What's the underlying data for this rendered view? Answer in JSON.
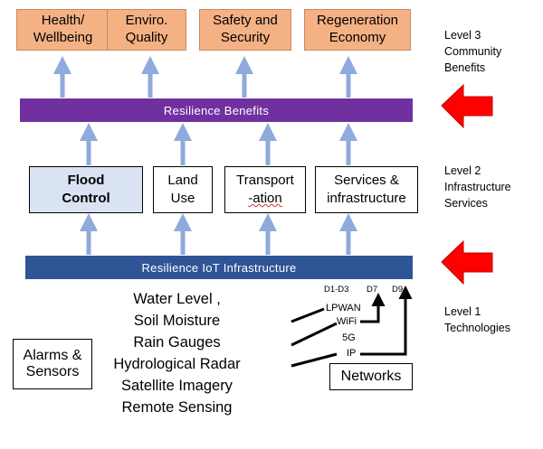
{
  "level3": {
    "boxes": [
      "Health/ Wellbeing",
      "Enviro. Quality",
      "Safety and Security",
      "Regeneration Economy"
    ],
    "label_lines": [
      "Level 3",
      "Community",
      "Benefits"
    ]
  },
  "resilience_benefits": "Resilience  Benefits",
  "level2": {
    "boxes": [
      {
        "line1": "Flood",
        "line2": "Control"
      },
      {
        "line1": "Land",
        "line2": "Use"
      },
      {
        "line1": "Transport",
        "line2": "-ation"
      },
      {
        "line1": "Services &",
        "line2": "infrastructure"
      }
    ],
    "label_lines": [
      "Level 2",
      "Infrastructure",
      "Services"
    ]
  },
  "iot_bar": "Resilience  IoT Infrastructure",
  "level1": {
    "label_lines": [
      "Level 1",
      "Technologies"
    ],
    "alarms_sensors": [
      "Alarms &",
      "Sensors"
    ],
    "technologies": [
      "Water Level ,",
      "Soil Moisture",
      "Rain Gauges",
      "Hydrological Radar",
      "Satellite Imagery",
      "Remote Sensing"
    ],
    "network_labels": {
      "d1_d3": "D1-D3",
      "d7": "D7",
      "d9": "D9",
      "lpwan": "LPWAN",
      "wifi": "WiFi",
      "g5": "5G",
      "ip": "IP"
    },
    "networks_box": "Networks"
  },
  "colors": {
    "top_box": "#f4b183",
    "purple_bar": "#7030a0",
    "blue_bar": "#2f5597",
    "flood_box": "#dae3f3",
    "arrow_blue": "#8faadc",
    "red_arrow": "#ff0000"
  }
}
